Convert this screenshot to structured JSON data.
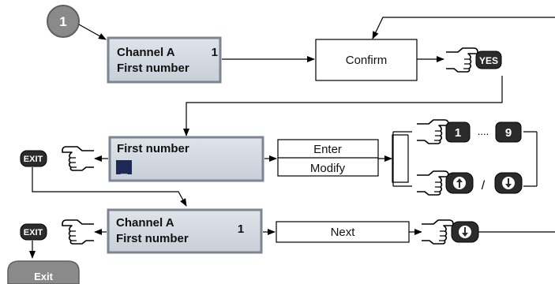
{
  "step_number": "1",
  "screen1": {
    "line1": "Channel A",
    "value": "1",
    "line2": "First number"
  },
  "confirm_label": "Confirm",
  "yes_key": "YES",
  "screen2": {
    "line1": "First number",
    "cursor": "_"
  },
  "enter_label": "Enter",
  "modify_label": "Modify",
  "key_one": "1",
  "key_nine": "9",
  "ellipsis": "....",
  "slash": "/",
  "exit_key_1": "EXIT",
  "screen3": {
    "line1": "Channel A",
    "value": "1",
    "line2": "First number"
  },
  "next_label": "Next",
  "exit_key_2": "EXIT",
  "exit_button": "Exit",
  "colors": {
    "lcd": "#d0d7e0",
    "lcd_border": "#7c8591",
    "key": "#2b2b2b",
    "step_badge": "#8a8a8a"
  },
  "icons": [
    "pointing-hand-icon",
    "arrow-up-icon",
    "arrow-down-icon"
  ]
}
